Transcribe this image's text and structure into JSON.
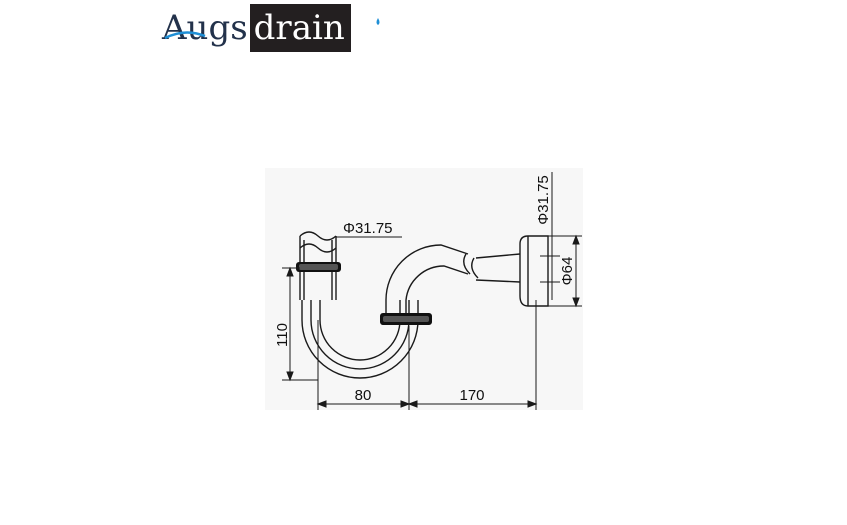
{
  "brand": {
    "part1": "Augs",
    "part2": "drain"
  },
  "dimensions": {
    "inlet_diameter": "Φ31.75",
    "outlet_diameter": "Φ31.75",
    "flange_diameter": "Φ64",
    "height": "110",
    "trap_width": "80",
    "arm_length": "170"
  },
  "colors": {
    "line": "#1a1a1a",
    "drawing_bg": "#f7f7f7",
    "logo_text": "#23324b",
    "logo_box": "#231f20",
    "logo_drop": "#1f8fd6"
  }
}
